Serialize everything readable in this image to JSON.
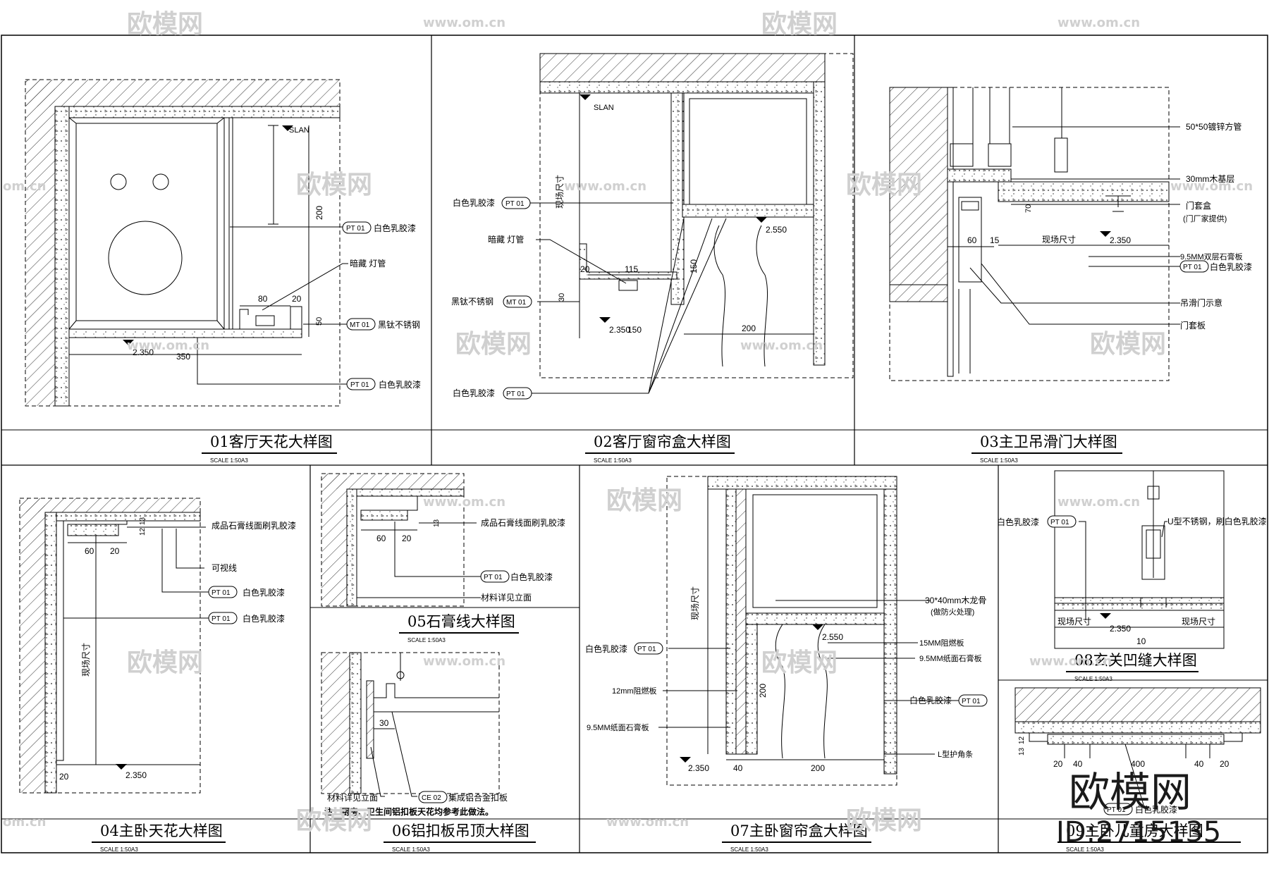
{
  "watermark": {
    "logo_text": "欧模网",
    "site": "www.om.cn",
    "site_short": "om.cn",
    "big_logo": "欧模网",
    "id": "ID:2715135"
  },
  "panels": {
    "p01": {
      "title": "01客厅天花大样图",
      "scale": "SCALE  1:50A3"
    },
    "p02": {
      "title": "02客厅窗帘盒大样图",
      "scale": "SCALE  1:50A3"
    },
    "p03": {
      "title": "03主卫吊滑门大样图",
      "scale": "SCALE  1:50A3"
    },
    "p04": {
      "title": "04主卧天花大样图",
      "scale": "SCALE  1:50A3"
    },
    "p05": {
      "title": "05石膏线大样图",
      "scale": "SCALE  1:50A3"
    },
    "p06": {
      "title": "06铝扣板吊顶大样图",
      "scale": "SCALE  1:50A3"
    },
    "p07": {
      "title": "07主卧窗帘盒大样图",
      "scale": "SCALE  1:50A3"
    },
    "p08": {
      "title": "08玄关凹缝大样图",
      "scale": "SCALE  1:50A3"
    },
    "p09": {
      "title": "09主卧儿童房大样图",
      "scale": "SCALE  1:50A3"
    }
  },
  "labels": {
    "slan": "SLAN",
    "pt01": "PT 01",
    "mt01": "MT 01",
    "ce02": "CE 02",
    "white_latex": "白色乳胶漆",
    "hidden_light": "暗藏 灯管",
    "black_steel": "黑钛不锈钢",
    "site_size": "现场尺寸",
    "galv_tube": "50*50镀锌方管",
    "wood_base": "30mm木基层",
    "door_box": "门套盒",
    "door_box_note": "(门厂家提供)",
    "double_gypsum": "9.5MM双层石膏板",
    "hanging_door": "吊滑门示意",
    "door_plate": "门套板",
    "gypsum_line_paint": "成品石膏线面刷乳胶漆",
    "visible_line": "可视线",
    "material_see": "材料详见立面",
    "alu_panel": "集成铝合金扣板",
    "note_06": "注：厨房、卫生间铝扣板天花均参考此做法。",
    "wood_keel": "30*40mm木龙骨",
    "fireproof": "(做防火处理)",
    "fire_board_15": "15MM阻燃板",
    "gypsum_95": "9.5MM纸面石膏板",
    "fire_board_12": "12mm阻燃板",
    "gypsum_95b": "9.5MM纸面石膏板",
    "l_corner": "L型护角条",
    "u_steel": "U型不锈钢，刷白色乳胶漆"
  },
  "dims": {
    "d200": "200",
    "d80": "80",
    "d20": "20",
    "d50": "50",
    "d350": "350",
    "lvl2350": "2.350",
    "d115": "115",
    "d30": "30",
    "d150": "150",
    "lvl2550": "2.550",
    "d60": "60",
    "d15": "15",
    "d70": "70",
    "d12": "12",
    "d13": "13",
    "d40": "40",
    "d400": "400",
    "d10": "10"
  }
}
